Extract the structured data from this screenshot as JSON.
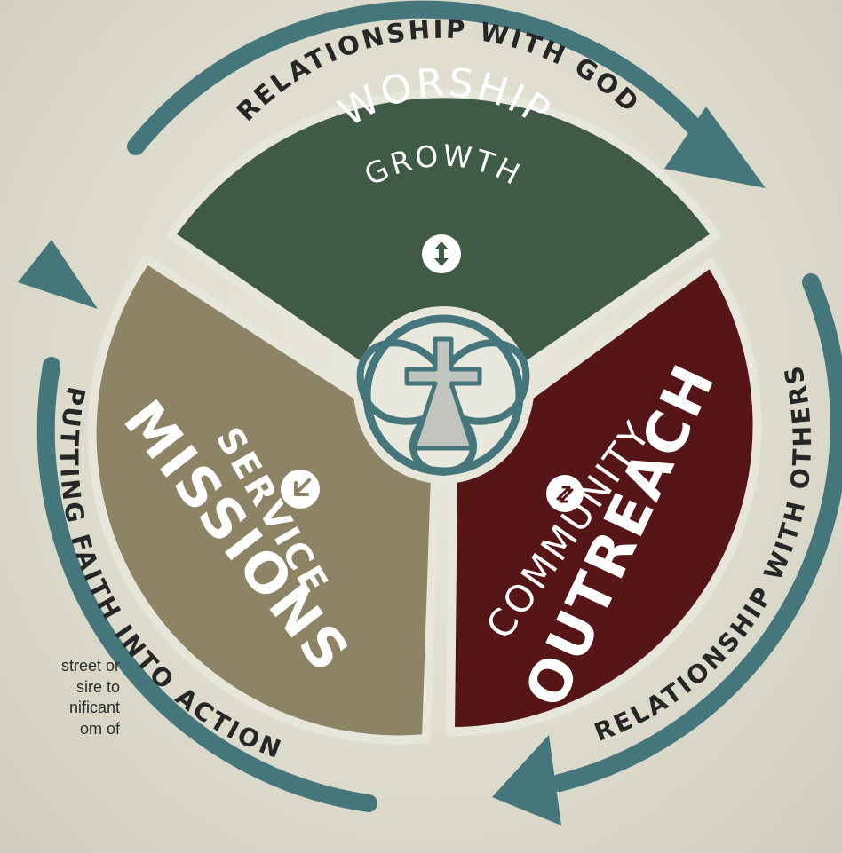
{
  "colors": {
    "worship": "#3f5a45",
    "service": "#8d8466",
    "community": "#561517",
    "arrow": "#44767b",
    "outline": "#e7e6da"
  },
  "cycle_labels": {
    "top": "RELATIONSHIP WITH GOD",
    "right": "RELATIONSHIP WITH OTHERS",
    "left": "PUTTING FAITH INTO ACTION"
  },
  "segments": {
    "worship": {
      "title": "WORSHIP",
      "subtitle": "GROWTH",
      "icon": "up-down-arrow-icon"
    },
    "service": {
      "title": "SERVICE",
      "subtitle": "MISSIONS",
      "icon": "down-left-arrow-icon"
    },
    "community": {
      "title": "COMMUNITY",
      "subtitle": "OUTREACH",
      "icon": "exchange-arrows-icon"
    }
  },
  "center_icon": "cross-emblem-icon",
  "side_text_lines": [
    "street or",
    "sire to",
    "nificant",
    "om of"
  ]
}
